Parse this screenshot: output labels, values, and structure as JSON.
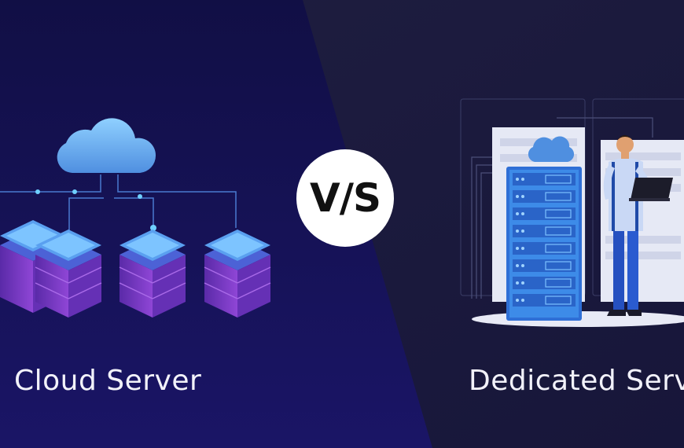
{
  "vs_label": "V/S",
  "left_caption": "Cloud Server",
  "right_caption": "Dedicated Server",
  "colors": {
    "left_background": "#151150",
    "right_background": "#1b1a3c",
    "badge": "#ffffff",
    "cloud": "#6fb6f0",
    "server_top": "#5aa0f0",
    "server_body": "#7a3fc8",
    "rack": "#3d8be8"
  },
  "icons": [
    "cloud-icon",
    "server-stack-icon",
    "server-rack-icon",
    "person-with-laptop-icon"
  ]
}
